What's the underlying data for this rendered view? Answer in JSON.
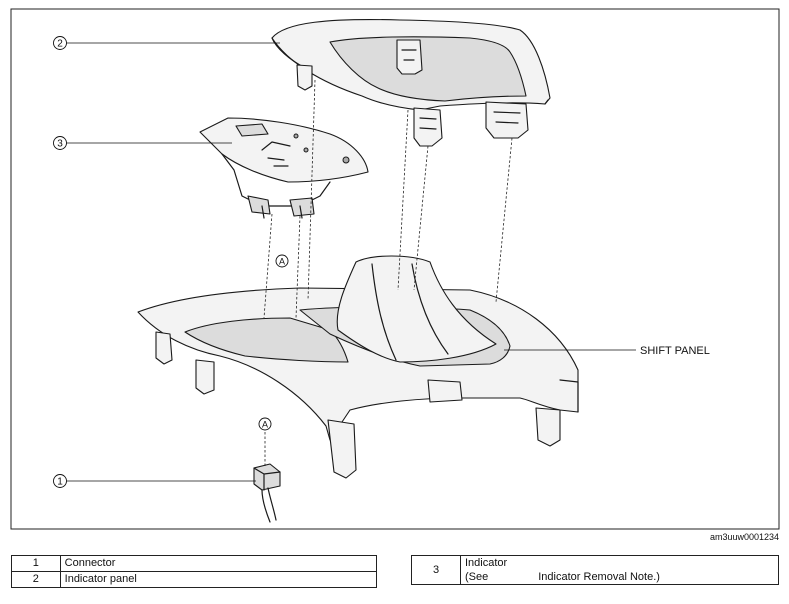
{
  "callouts": {
    "c1": "1",
    "c2": "2",
    "c3": "3",
    "ref_a_upper": "A",
    "ref_a_lower": "A",
    "shift_panel": "SHIFT PANEL"
  },
  "doc_id": "am3uuw0001234",
  "legend_left": [
    {
      "num": "1",
      "desc": "Connector"
    },
    {
      "num": "2",
      "desc": "Indicator panel"
    }
  ],
  "legend_right": {
    "num": "3",
    "line1": "Indicator",
    "line2_prefix": "(See",
    "line2_suffix": "Indicator Removal Note.)"
  }
}
